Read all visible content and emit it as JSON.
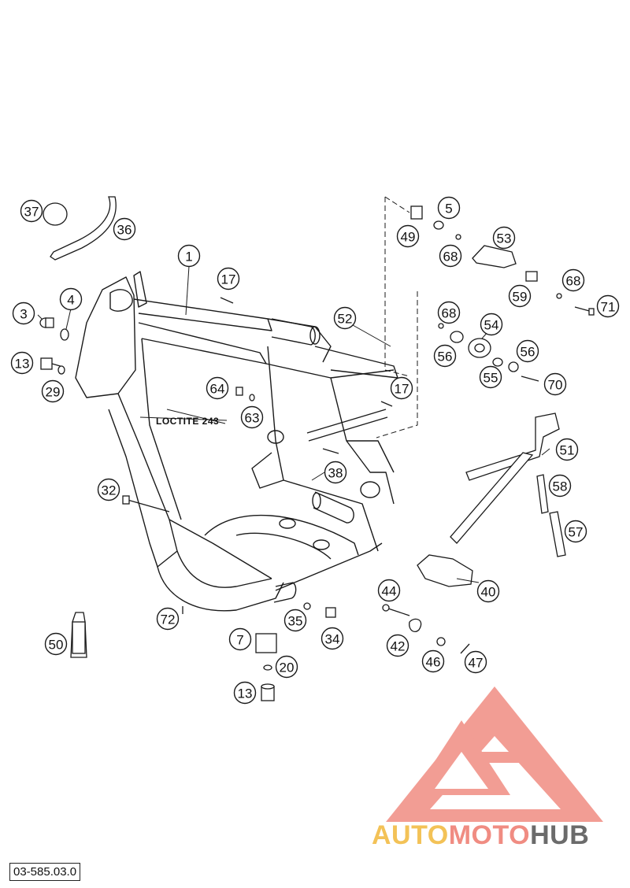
{
  "drawing_number": "03-585.03.0",
  "note_text": "LOCTITE 243",
  "brand": {
    "part1": "AUTO",
    "part2": "MOTO",
    "part3": "HUB",
    "colors": {
      "auto": "#f3c257",
      "moto": "#f08c82",
      "hub": "#6b6b6b",
      "logo": "#f08c82"
    }
  },
  "callouts": [
    "37",
    "36",
    "1",
    "17",
    "5",
    "49",
    "53",
    "68",
    "3",
    "4",
    "13",
    "29",
    "52",
    "68",
    "56",
    "54",
    "55",
    "56",
    "70",
    "71",
    "59",
    "68",
    "64",
    "63",
    "17",
    "51",
    "32",
    "38",
    "58",
    "57",
    "44",
    "40",
    "72",
    "50",
    "7",
    "35",
    "34",
    "42",
    "46",
    "47",
    "20",
    "13"
  ]
}
